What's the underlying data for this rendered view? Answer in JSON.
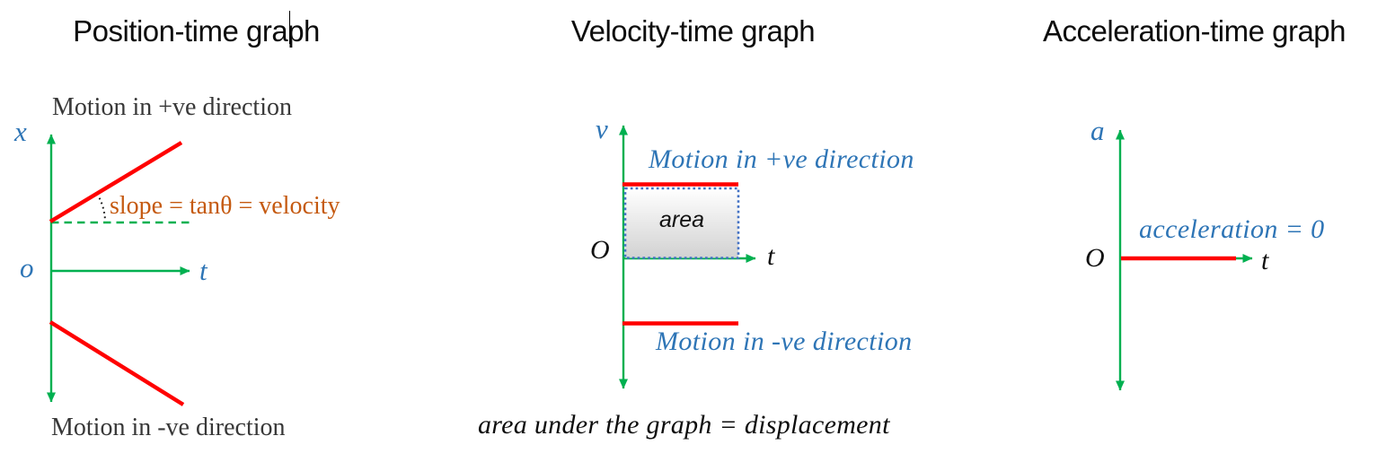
{
  "colors": {
    "axis_green": "#00B050",
    "line_red": "#FF0000",
    "label_blue": "#2E75B6",
    "annotation_orange": "#C55A11",
    "area_box_border_blue": "#4472C4",
    "area_box_fill_top": "#FFFFFF",
    "area_box_fill_bottom": "#D2D2D2",
    "title_black": "#0D0D0D",
    "serif_dark": "#383838"
  },
  "panels": {
    "position_time": {
      "title": "Position-time graph",
      "axis_labels": {
        "y": "x",
        "origin": "o",
        "x": "t"
      },
      "positive_direction_label": "Motion in +ve direction",
      "negative_direction_label": "Motion in -ve direction",
      "slope_annotation": "slope = tanθ = velocity"
    },
    "velocity_time": {
      "title": "Velocity-time graph",
      "axis_labels": {
        "y": "v",
        "origin": "O",
        "x": "t"
      },
      "positive_direction_label": "Motion in +ve direction",
      "negative_direction_label": "Motion in -ve direction",
      "area_label": "area",
      "footnote": "area under the graph = displacement"
    },
    "acceleration_time": {
      "title": "Acceleration-time graph",
      "axis_labels": {
        "y": "a",
        "origin": "O",
        "x": "t"
      },
      "annotation": "acceleration = 0"
    }
  }
}
